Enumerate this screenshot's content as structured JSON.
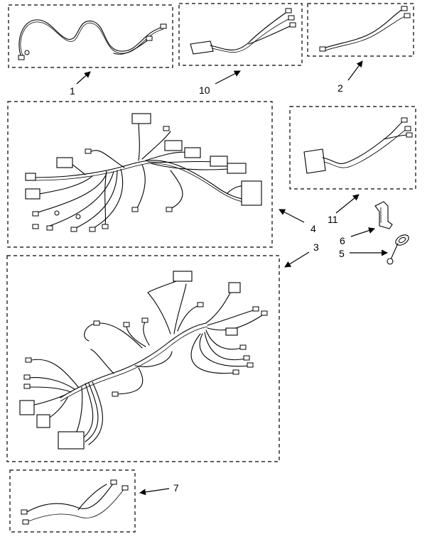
{
  "callouts": {
    "c1": "1",
    "c10": "10",
    "c2": "2",
    "c4": "4",
    "c11": "11",
    "c6": "6",
    "c3": "3",
    "c5": "5",
    "c7": "7"
  },
  "colors": {
    "line": "#000000",
    "background": "#ffffff"
  }
}
